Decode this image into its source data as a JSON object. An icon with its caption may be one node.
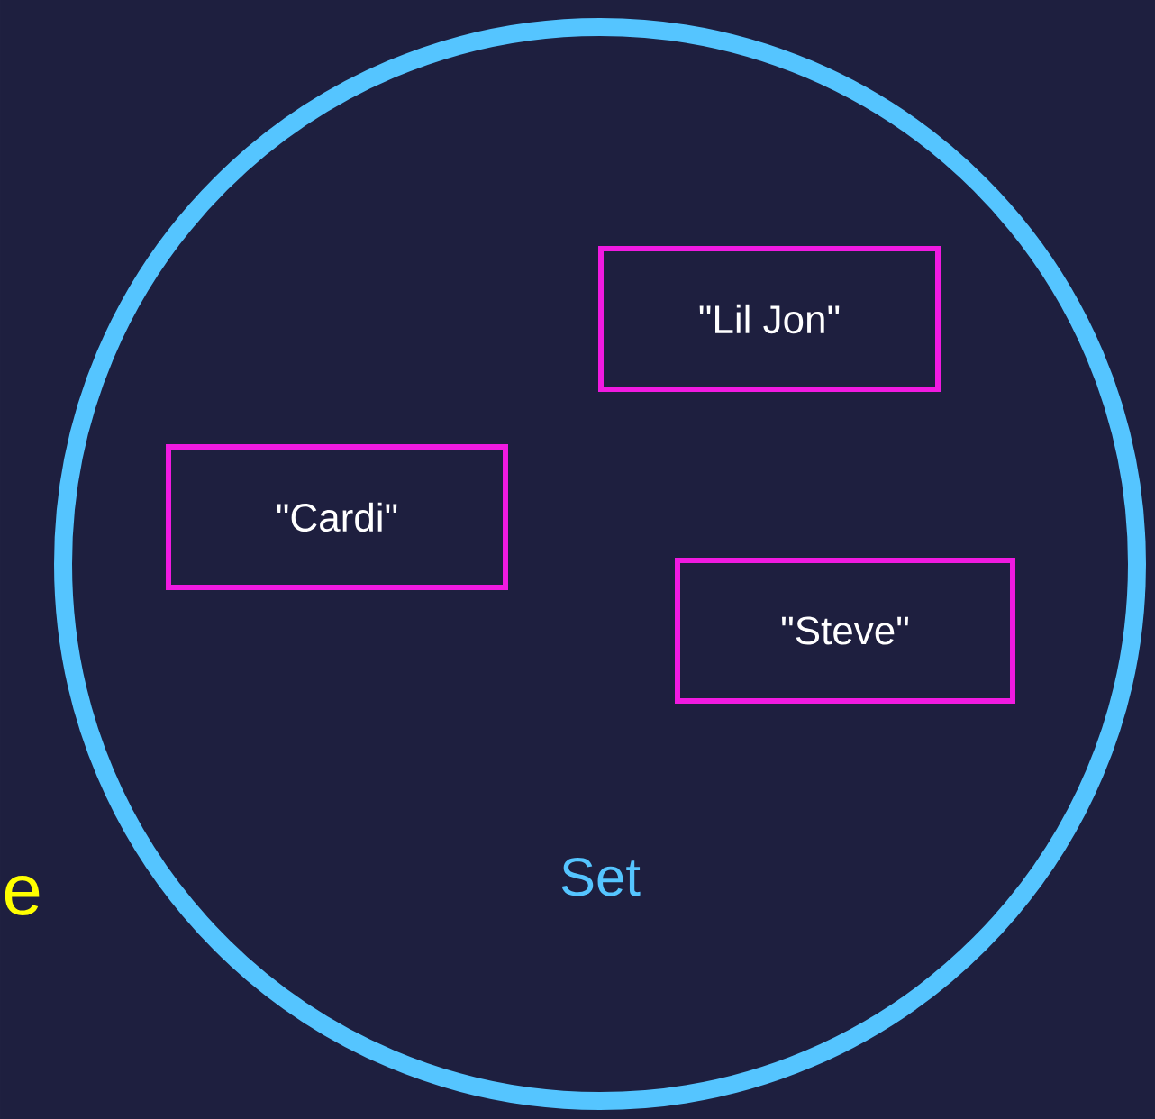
{
  "diagram": {
    "nodes": [
      {
        "text": [
          "Set"
        ]
      },
      {
        "text": [
          "\"Lil Jon\""
        ],
        "in": 0
      },
      {
        "text": [
          "\"Cardi\""
        ],
        "in": 0
      },
      {
        "text": [
          "\"Steve\""
        ],
        "in": 0
      }
    ],
    "labels": [
      "e"
    ]
  }
}
